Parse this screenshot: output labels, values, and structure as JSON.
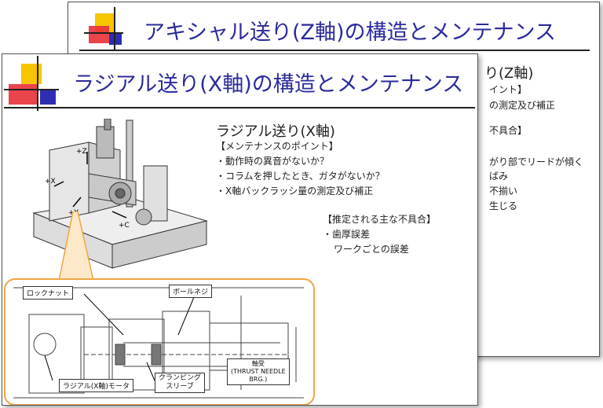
{
  "back_slide": {
    "title": "アキシャル送り(Z軸)の構造とメンテナンス",
    "subtitle_partial": "り(Z軸)",
    "lines": [
      "イント】",
      "の測定及び補正",
      "不具合】",
      "がり部でリードが傾く",
      "ばみ",
      "不揃い",
      "生じる"
    ]
  },
  "front_slide": {
    "title": "ラジアル送り(X軸)の構造とメンテナンス",
    "section_title": "ラジアル送り(X軸)",
    "maintenance_header": "【メンテナンスのポイント】",
    "maintenance_points": [
      "・動作時の異音がないか？",
      "・コラムを押したとき、ガタがないか？",
      "・X軸バックラッシ量の測定及び補正"
    ],
    "defects_header": "【推定される主な不具合】",
    "defects": [
      "・歯厚誤差",
      "ワークごとの誤差"
    ],
    "machine_axes": [
      "+Z",
      "+X",
      "+Y",
      "+C"
    ],
    "diagram_labels": {
      "lock_nut": "ロックナット",
      "ball_screw": "ボールネジ",
      "motor": "ラジアル(X軸)モータ",
      "sleeve_1": "クランピング",
      "sleeve_2": "スリーブ",
      "bearing_1": "軸受",
      "bearing_2": "(THRUST NEEDLE",
      "bearing_3": "BRG.)"
    }
  },
  "colors": {
    "title": "#2b2b9c",
    "deco_yellow": "#f7c600",
    "deco_red": "#e8303a",
    "deco_blue": "#2d2fb0",
    "frame_orange": "#f0a540"
  }
}
